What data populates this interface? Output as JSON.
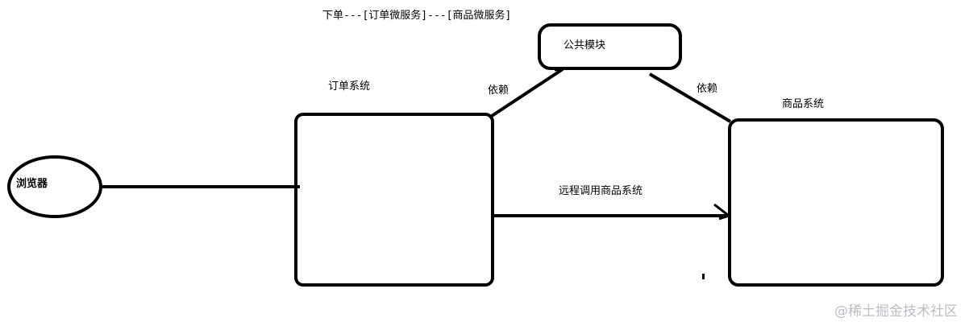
{
  "title": "下单---[订单微服务]---[商品微服务]",
  "nodes": {
    "browser": "浏览器",
    "common_module": "公共模块",
    "order_system": "订单系统",
    "product_system": "商品系统"
  },
  "edges": {
    "order_dep": "依赖",
    "product_dep": "依赖",
    "remote_call": "远程调用商品系统"
  },
  "watermark": "@稀土掘金技术社区"
}
